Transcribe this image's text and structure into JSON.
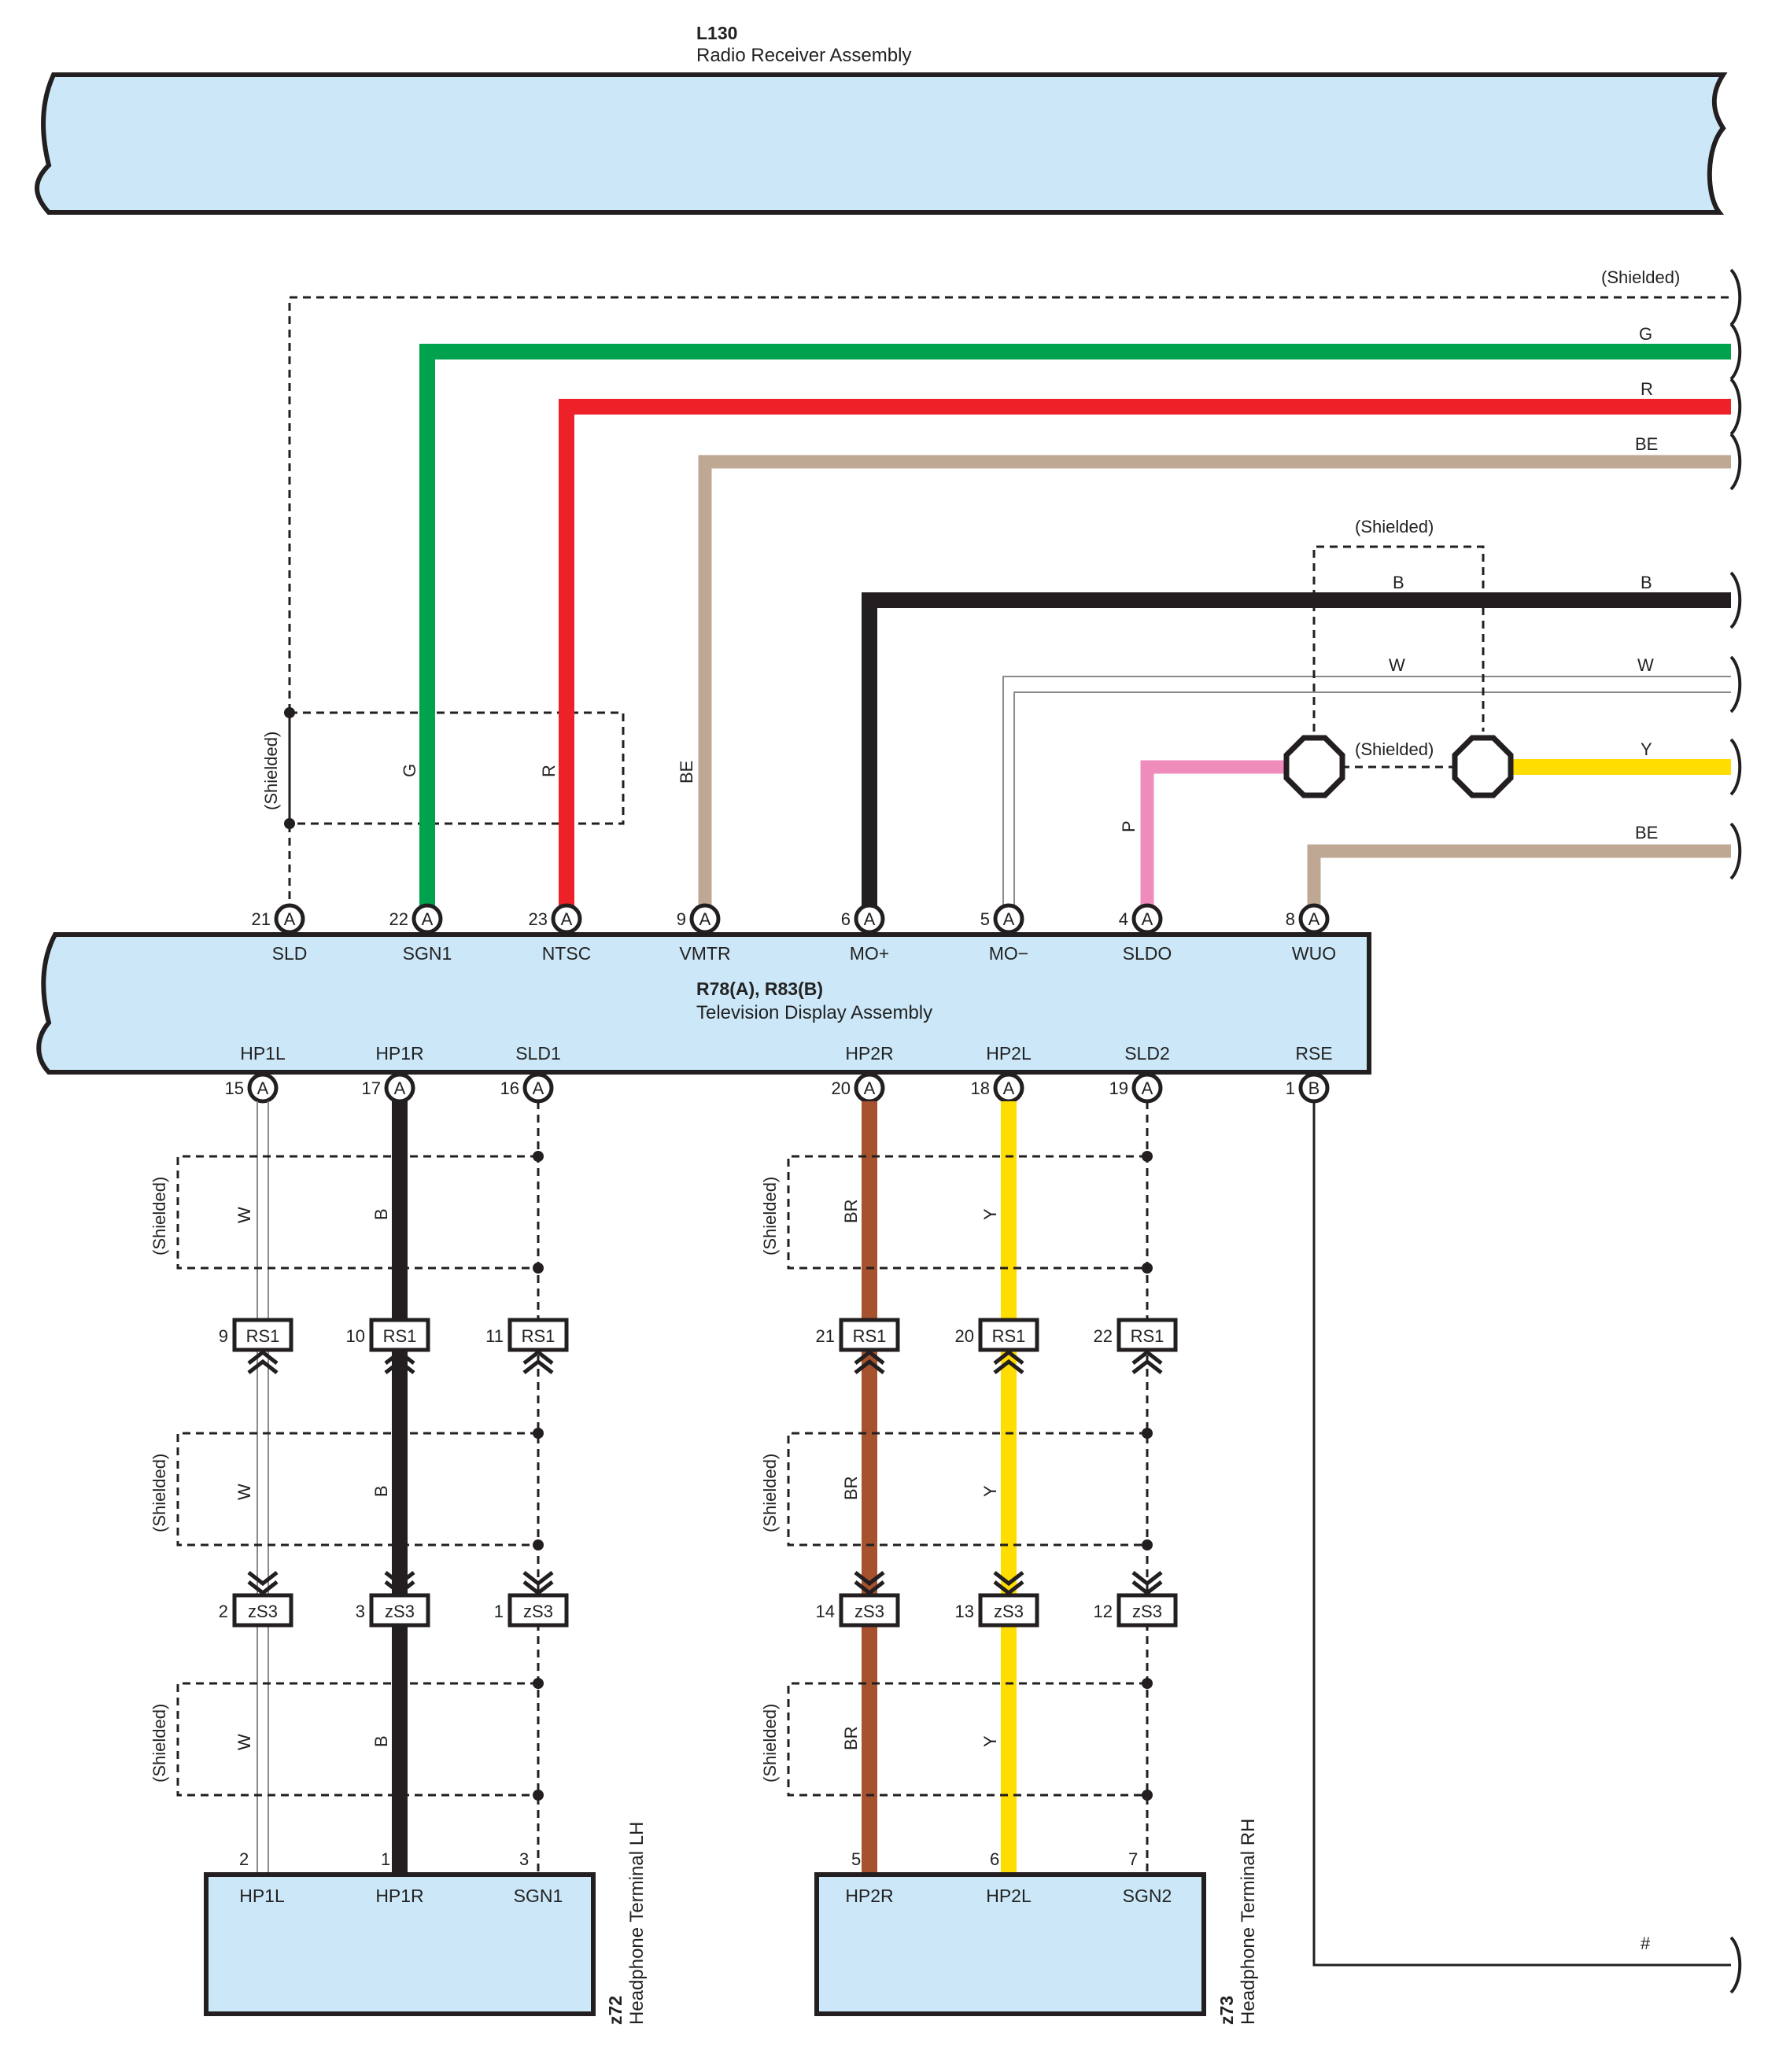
{
  "radio": {
    "code": "L130",
    "name": "Radio Receiver Assembly"
  },
  "tv": {
    "code": "R78(A), R83(B)",
    "name": "Television Display Assembly"
  },
  "shielded": "(Shielded)",
  "right_labels": {
    "shield_top": "(Shielded)",
    "g": "G",
    "r": "R",
    "be1": "BE",
    "b": "B",
    "w": "W",
    "y": "Y",
    "be2": "BE",
    "hash": "#"
  },
  "mid_labels": {
    "b": "B",
    "w": "W"
  },
  "vertical_labels": {
    "g": "G",
    "r": "R",
    "be": "BE",
    "p": "P"
  },
  "top_pins": [
    {
      "num": "21",
      "conn": "A",
      "name": "SLD"
    },
    {
      "num": "22",
      "conn": "A",
      "name": "SGN1"
    },
    {
      "num": "23",
      "conn": "A",
      "name": "NTSC"
    },
    {
      "num": "9",
      "conn": "A",
      "name": "VMTR"
    },
    {
      "num": "6",
      "conn": "A",
      "name": "MO+"
    },
    {
      "num": "5",
      "conn": "A",
      "name": "MO−"
    },
    {
      "num": "4",
      "conn": "A",
      "name": "SLDO"
    },
    {
      "num": "8",
      "conn": "A",
      "name": "WUO"
    }
  ],
  "bottom_pins": [
    {
      "num": "15",
      "conn": "A",
      "name": "HP1L"
    },
    {
      "num": "17",
      "conn": "A",
      "name": "HP1R"
    },
    {
      "num": "16",
      "conn": "A",
      "name": "SLD1"
    },
    {
      "num": "20",
      "conn": "A",
      "name": "HP2R"
    },
    {
      "num": "18",
      "conn": "A",
      "name": "HP2L"
    },
    {
      "num": "19",
      "conn": "A",
      "name": "SLD2"
    },
    {
      "num": "1",
      "conn": "B",
      "name": "RSE"
    }
  ],
  "left_group": {
    "wire_labels": [
      "W",
      "B"
    ],
    "rs1_pins": [
      "9",
      "10",
      "11"
    ],
    "zs3_pins": [
      "2",
      "3",
      "1"
    ],
    "conn_rs1": "RS1",
    "conn_zs3": "zS3",
    "term_pins": [
      "2",
      "1",
      "3"
    ],
    "term_names": [
      "HP1L",
      "HP1R",
      "SGN1"
    ],
    "code": "z72",
    "name": "Headphone Terminal LH"
  },
  "right_group": {
    "wire_labels": [
      "BR",
      "Y"
    ],
    "rs1_pins": [
      "21",
      "20",
      "22"
    ],
    "zs3_pins": [
      "14",
      "13",
      "12"
    ],
    "conn_rs1": "RS1",
    "conn_zs3": "zS3",
    "term_pins": [
      "5",
      "6",
      "7"
    ],
    "term_names": [
      "HP2R",
      "HP2L",
      "SGN2"
    ],
    "code": "z73",
    "name": "Headphone Terminal RH"
  },
  "colors": {
    "component_fill": "#cce8f8",
    "green": "#00a24e",
    "red": "#ee2028",
    "beige": "#bfa893",
    "black": "#231f20",
    "pink": "#f08cbb",
    "yellow": "#ffdd00",
    "brown": "#a6522e"
  }
}
